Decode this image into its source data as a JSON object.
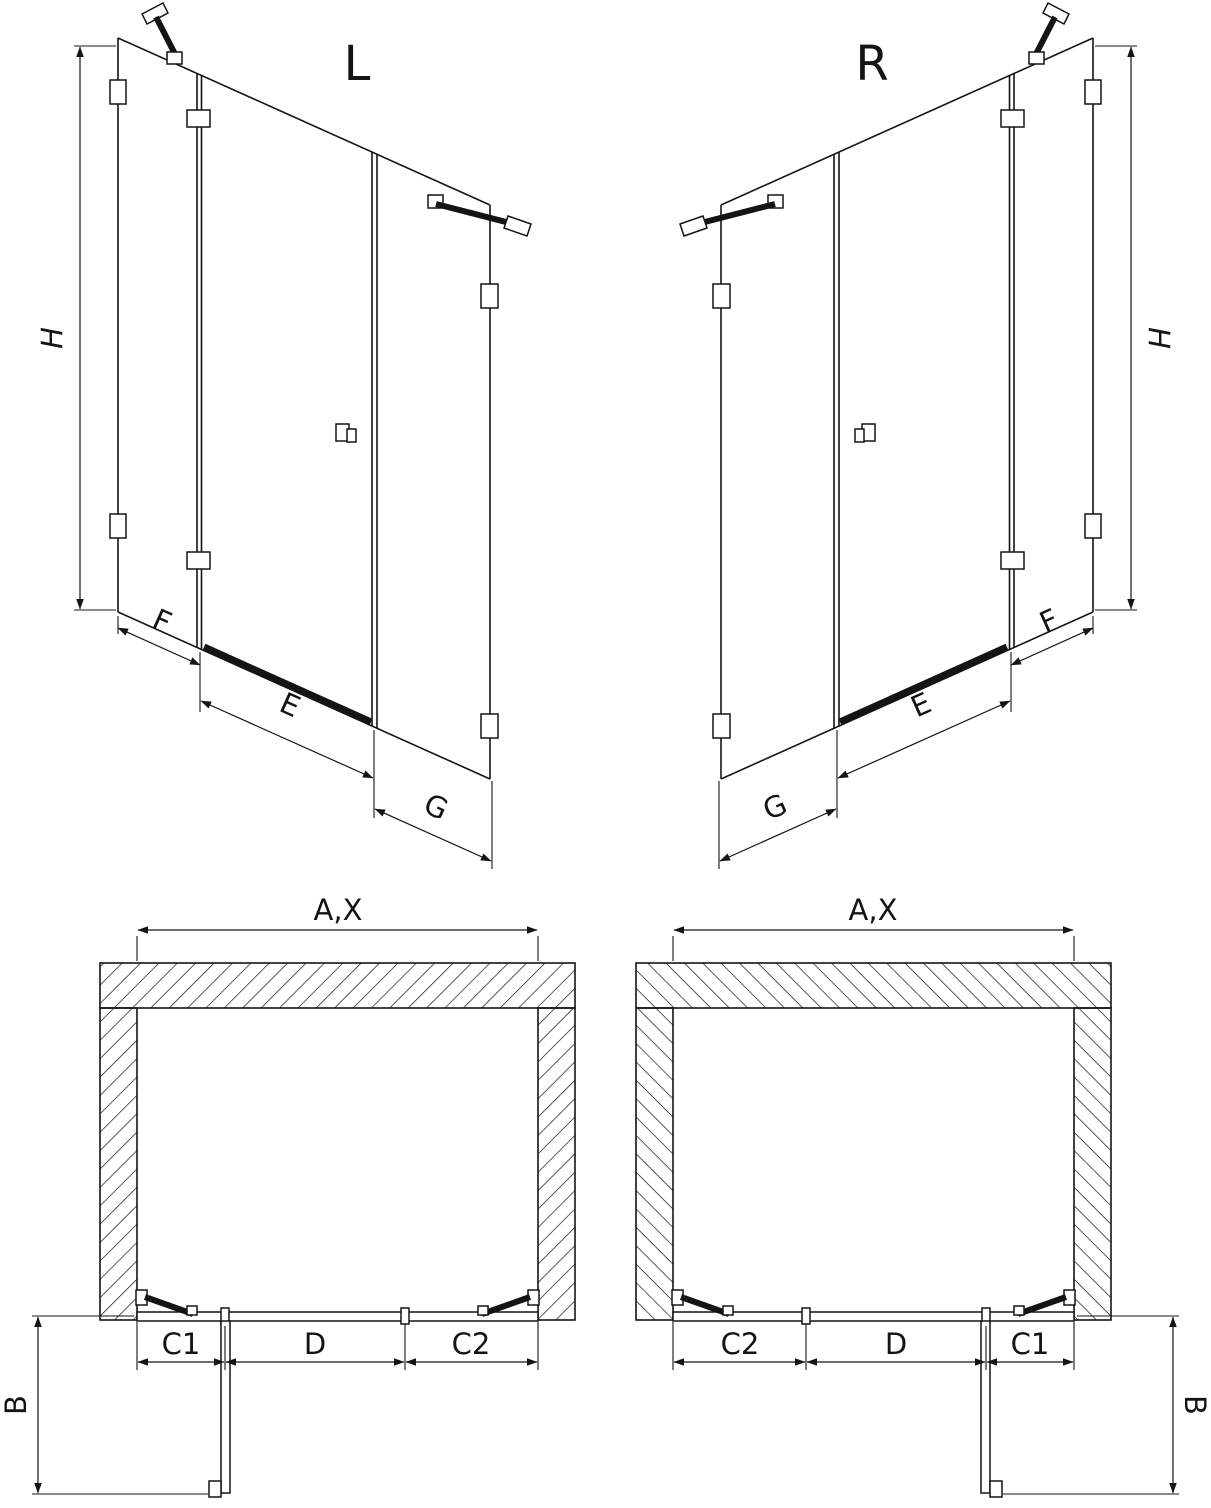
{
  "document": {
    "background": "#ffffff",
    "line_color": "#141414"
  },
  "views": {
    "perspective_left": {
      "title": "L",
      "dims": {
        "height": "H",
        "left_panel": "F",
        "door_panel": "E",
        "right_panel": "G"
      }
    },
    "perspective_right": {
      "title": "R",
      "dims": {
        "height": "H",
        "left_panel": "F",
        "door_panel": "E",
        "right_panel": "G"
      }
    },
    "plan_left": {
      "dims": {
        "opening_width": "A,X",
        "door_projection": "B",
        "c1": "C1",
        "door_width": "D",
        "c2": "C2"
      }
    },
    "plan_right": {
      "dims": {
        "opening_width": "A,X",
        "door_projection": "B",
        "c1": "C1",
        "door_width": "D",
        "c2": "C2"
      }
    }
  }
}
